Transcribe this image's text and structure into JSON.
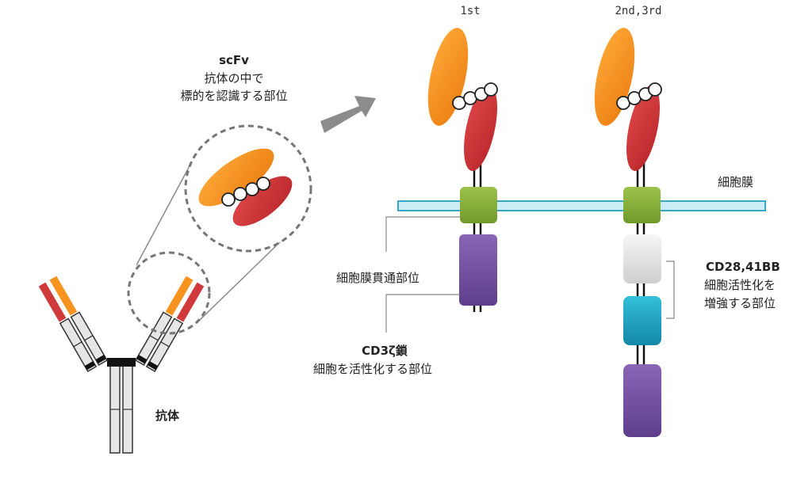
{
  "labels": {
    "gen1": "1st",
    "gen23": "2nd,3rd",
    "scfv_title": "scFv",
    "scfv_line1": "抗体の中で",
    "scfv_line2": "標的を認識する部位",
    "antibody": "抗体",
    "membrane": "細胞膜",
    "transmembrane": "細胞膜貫通部位",
    "cd3z_title": "CD3ζ鎖",
    "cd3z_desc": "細胞を活性化する部位",
    "costim_title": "CD28,41BB",
    "costim_line1": "細胞活性化を",
    "costim_line2": "増強する部位"
  },
  "colors": {
    "vh_orange": "#f7931e",
    "vl_red": "#d0393b",
    "transmembrane_green": "#8cb33a",
    "cd3z_purple": "#7b57a8",
    "costim_teal": "#1fa9c9",
    "costim_grey": "#e6e6e6",
    "membrane_fill": "#c9ecf5",
    "membrane_edge": "#3aa6c8",
    "arrow_grey": "#8c8c8c"
  }
}
